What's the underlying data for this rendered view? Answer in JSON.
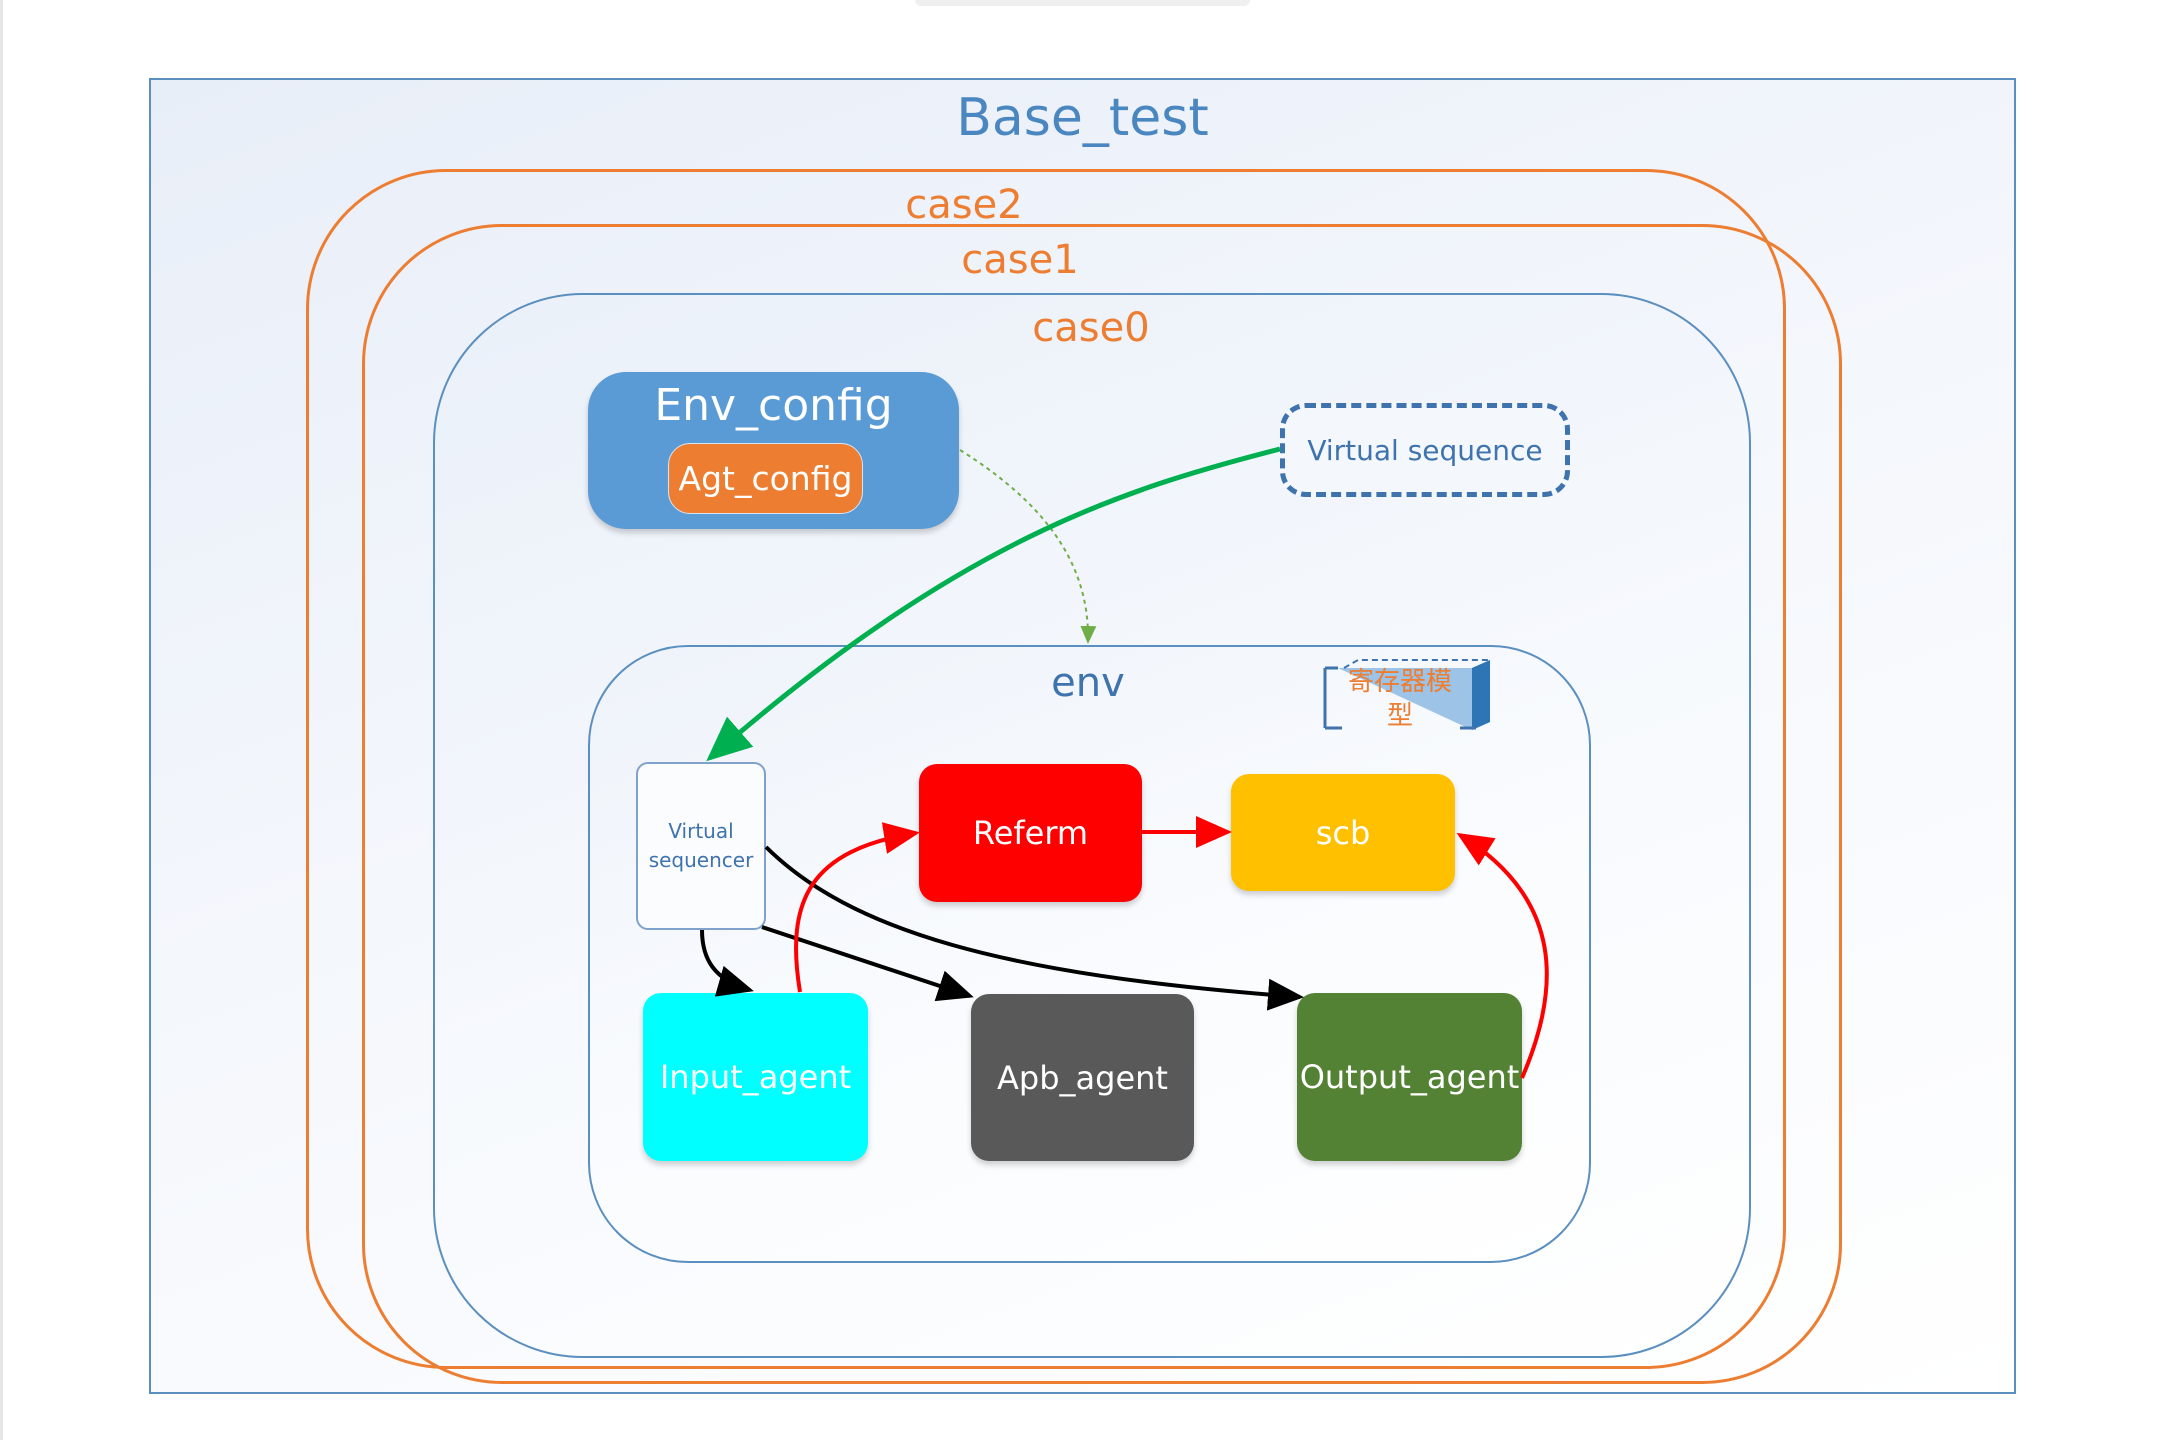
{
  "title": "Base_test",
  "cases": {
    "case2": "case2",
    "case1": "case1",
    "case0": "case0"
  },
  "env_config": {
    "label": "Env_config",
    "agt_config": "Agt_config"
  },
  "virtual_sequence": "Virtual sequence",
  "env": {
    "label": "env",
    "register_model": {
      "line1": "寄存器模",
      "line2": "型"
    },
    "virtual_sequencer": {
      "line1": "Virtual",
      "line2": "sequencer"
    },
    "components": {
      "referm": "Referm",
      "scb": "scb",
      "input_agent": "Input_agent",
      "apb_agent": "Apb_agent",
      "output_agent": "Output_agent"
    }
  },
  "colors": {
    "frame_border": "#5b8fc0",
    "title": "#4a86bf",
    "case_outline": "#ed7d31",
    "env_config": "#5b9bd5",
    "agt_config": "#ed7d31",
    "referm": "#ff0000",
    "scb": "#ffc000",
    "input_agent": "#00ffff",
    "apb_agent": "#595959",
    "output_agent": "#548235",
    "green_arrow": "#00b050",
    "red_arrow": "#ff0000",
    "black_arrow": "#000000"
  }
}
